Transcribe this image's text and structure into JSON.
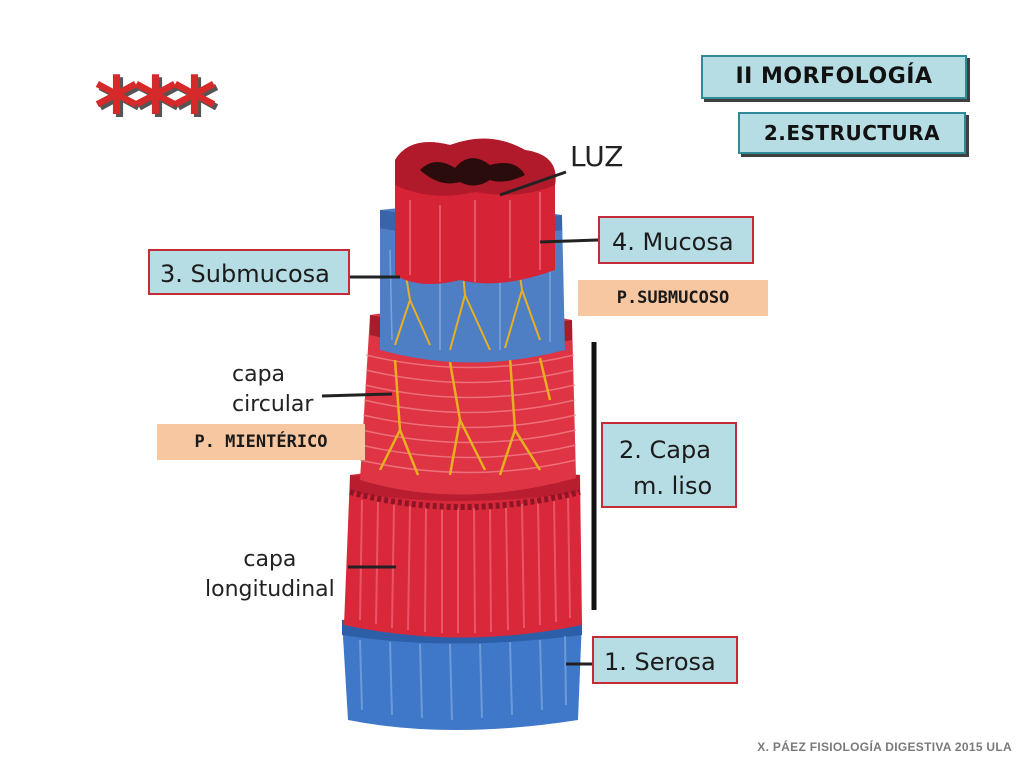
{
  "header": {
    "section": "II MORFOLOGÍA",
    "subsection": "2.ESTRUCTURA"
  },
  "decoration": {
    "stars": "***"
  },
  "labels": {
    "luz": "LUZ",
    "mucosa": "4. Mucosa",
    "submucosa": "3. Submucosa",
    "plexo_submucoso": "P.SUBMUCOSO",
    "capa_circular_1": "capa",
    "capa_circular_2": "circular",
    "plexo_mienterico": "P. MIENTÉRICO",
    "capa_muscular_1": "2. Capa",
    "capa_muscular_2": "m. liso",
    "capa_longitudinal_1": "capa",
    "capa_longitudinal_2": "longitudinal",
    "serosa": "1. Serosa"
  },
  "footer": "X. PÁEZ   FISIOLOGÍA DIGESTIVA 2015   ULA",
  "colors": {
    "label_fill": "#b6dde3",
    "label_border": "#c32c36",
    "header_border": "#2f8a96",
    "plexus_fill": "#f7c7a1",
    "stars": "#d62a2a",
    "serosa_blue": "#3f78c8",
    "muscle_red": "#d8283a",
    "nerve_yellow": "#e8b020"
  }
}
